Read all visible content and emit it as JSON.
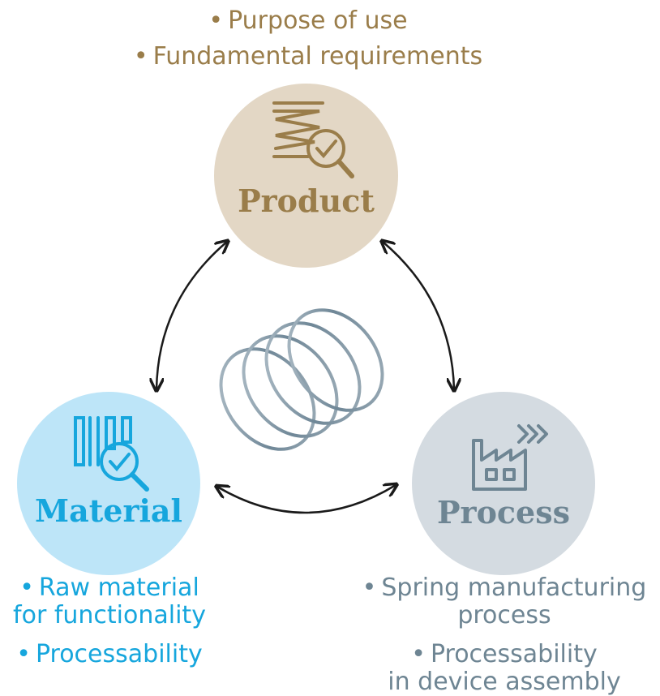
{
  "colors": {
    "product": "#9a7d4a",
    "product_fill": "#e3d7c5",
    "material": "#16a6dd",
    "material_fill": "#bde5f8",
    "process": "#6e8593",
    "process_fill": "#d4dbe1",
    "arrow": "#1a1a1a"
  },
  "bullet_symbol": "•",
  "product": {
    "label": "Product",
    "icon": "spring-inspection-icon",
    "bullets": [
      "Purpose of use",
      "Fundamental requirements"
    ]
  },
  "material": {
    "label": "Material",
    "icon": "material-inspection-icon",
    "bullets": [
      "Raw material\nfor functionality",
      "Processability"
    ]
  },
  "process": {
    "label": "Process",
    "icon": "factory-icon",
    "bullets": [
      "Spring manufacturing\nprocess",
      "Processability\nin device assembly"
    ]
  },
  "center": {
    "icon": "spring-image"
  }
}
